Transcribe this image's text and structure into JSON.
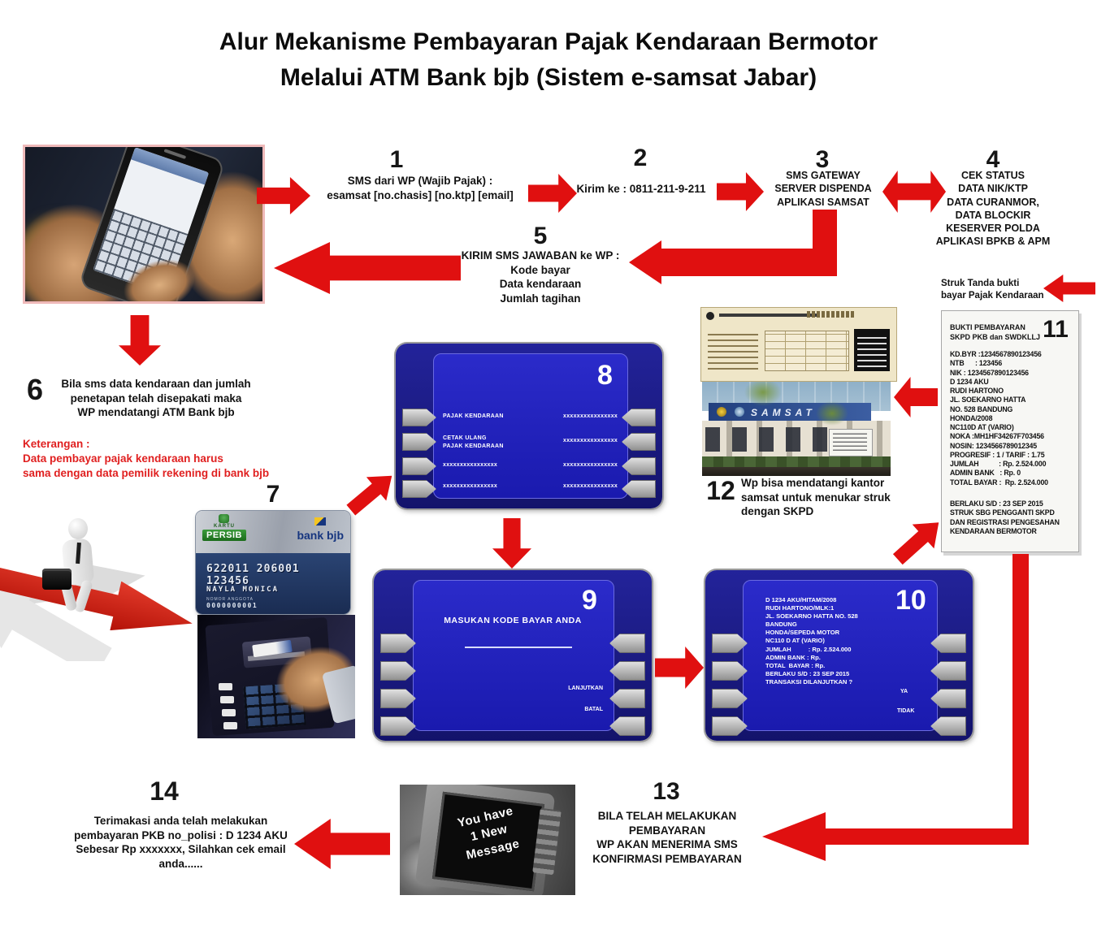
{
  "title": {
    "line1": "Alur Mekanisme Pembayaran Pajak Kendaraan Bermotor",
    "line2": "Melalui ATM Bank bjb (Sistem e-samsat Jabar)"
  },
  "flow": {
    "step1": {
      "num": "1",
      "text": "SMS dari WP (Wajib Pajak) :\nesamsat  [no.chasis] [no.ktp] [email]"
    },
    "step2": {
      "num": "2",
      "text": "Kirim ke : 0811-211-9-211"
    },
    "step3": {
      "num": "3",
      "text": "SMS GATEWAY\nSERVER DISPENDA\nAPLIKASI SAMSAT"
    },
    "step4": {
      "num": "4",
      "text": "CEK STATUS\nDATA NIK/KTP\nDATA CURANMOR,\nDATA BLOCKIR\nKESERVER POLDA\nAPLIKASI BPKB & APM"
    },
    "step5": {
      "num": "5",
      "text": "KIRIM SMS JAWABAN ke WP :\nKode bayar\nData kendaraan\nJumlah tagihan"
    },
    "step6": {
      "num": "6",
      "text": "Bila sms data kendaraan dan jumlah\npenetapan telah disepakati maka\nWP mendatangi ATM Bank bjb"
    },
    "keterangan": "Keterangan :\nData pembayar pajak kendaraan harus\nsama dengan data pemilik rekening di bank bjb",
    "step7": {
      "num": "7"
    },
    "step12": {
      "num": "12",
      "text": "Wp bisa mendatangi  kantor\nsamsat untuk menukar struk\ndengan SKPD"
    },
    "step13": {
      "num": "13",
      "text": "BILA TELAH MELAKUKAN\nPEMBAYARAN\nWP AKAN MENERIMA SMS\nKONFIRMASI PEMBAYARAN"
    },
    "step14": {
      "num": "14",
      "text": "Terimakasi anda telah melakukan\npembayaran PKB no_polisi : D 1234 AKU\nSebesar Rp xxxxxxx, Silahkan cek email\nanda......"
    }
  },
  "card": {
    "label_top": "KARTU",
    "label_brand": "PERSIB",
    "bank": "bank bjb",
    "number": "622011 206001 123456",
    "holder": "NAYLA MONICA",
    "member_label": "NOMOR ANGGOTA",
    "member_no": "0000000001"
  },
  "atm8": {
    "num": "8",
    "left": [
      "PAJAK KENDARAAN",
      "CETAK ULANG\nPAJAK KENDARAAN",
      "xxxxxxxxxxxxxxxx",
      "xxxxxxxxxxxxxxxx"
    ],
    "right": [
      "xxxxxxxxxxxxxxxx",
      "xxxxxxxxxxxxxxxx",
      "xxxxxxxxxxxxxxxx",
      "xxxxxxxxxxxxxxxx"
    ]
  },
  "atm9": {
    "num": "9",
    "prompt": "MASUKAN KODE BAYAR ANDA",
    "continue_label": "LANJUTKAN",
    "cancel_label": "BATAL"
  },
  "atm10": {
    "num": "10",
    "lines": "D 1234 AKU/HITAM/2008\nRUDI HARTONO/MLK:1\nJL. SOEKARNO HATTA NO. 528\nBANDUNG\nHONDA/SEPEDA MOTOR\nNC110 D AT (VARIO)\nJUMLAH          : Rp. 2.524.000\nADMIN BANK : Rp.\nTOTAL  BAYAR : Rp.\nBERLAKU S/D : 23 SEP 2015\nTRANSAKSI DILANJUTKAN ?",
    "yes_label": "YA",
    "no_label": "TIDAK"
  },
  "struk": {
    "label": "Struk Tanda bukti\nbayar Pajak Kendaraan"
  },
  "receipt": {
    "num": "11",
    "header": "BUKTI PEMBAYARAN\nSKPD PKB dan SWDKLLJ",
    "body": "KD.BYR :1234567890123456\nNTB      : 123456\nNIK : 1234567890123456\nD 1234 AKU\nRUDI HARTONO\nJL. SOEKARNO HATTA\nNO. 528 BANDUNG\nHONDA/2008\nNC110D AT (VARIO)\nNOKA :MH1HF34267F703456\nNOSIN: 1234566789012345\nPROGRESIF : 1 / TARIF : 1.75\nJUMLAH           : Rp. 2.524.000\nADMIN BANK   : Rp. 0\nTOTAL BAYAR :  Rp. 2.524.000",
    "footer": "BERLAKU S/D : 23 SEP 2015\nSTRUK SBG PENGGANTI SKPD\nDAN REGISTRASI PENGESAHAN\nKENDARAAN BERMOTOR"
  },
  "samsat": {
    "sign": "SAMSAT"
  },
  "phone2": {
    "message": "You have\n1 New\nMessage"
  },
  "colors": {
    "red": "#e01010",
    "atm_bezel": "#1a1a8c",
    "atm_screen": "#2222c2",
    "keterangan_red": "#e02020"
  }
}
